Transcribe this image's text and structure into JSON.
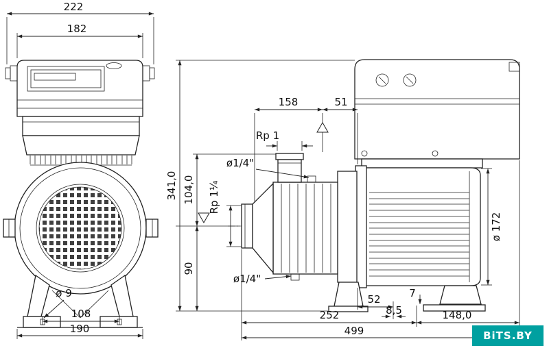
{
  "drawing": {
    "type": "technical-dimension-drawing",
    "subject": "multistage centrifugal pump — front and side views"
  },
  "colors": {
    "line": "#222222",
    "watermark-bg": "#00a0a0",
    "watermark-text": "#ffffff"
  },
  "front_view": {
    "dims": {
      "overall_width": "222",
      "box_width": "182",
      "foot_hole": "ø 9",
      "foot_hole_spacing": "108",
      "base_width": "190"
    }
  },
  "side_view": {
    "dims": {
      "pump_length": "158",
      "coupling_length": "51",
      "discharge_port": "Rp 1",
      "gauge_port_top": "ø1/4\"",
      "suction_port": "Rp 1¼",
      "overall_height": "341,0",
      "discharge_height": "104,0",
      "suction_height": "90",
      "drain_port": "ø1/4\"",
      "motor_diameter": "ø 172",
      "foot_offset": "52",
      "foot_slot": "8,5",
      "pad_height": "7",
      "base_length": "252",
      "rear_length": "148,0",
      "overall_length": "499"
    }
  },
  "watermark": {
    "text": "BiTS.BY"
  }
}
